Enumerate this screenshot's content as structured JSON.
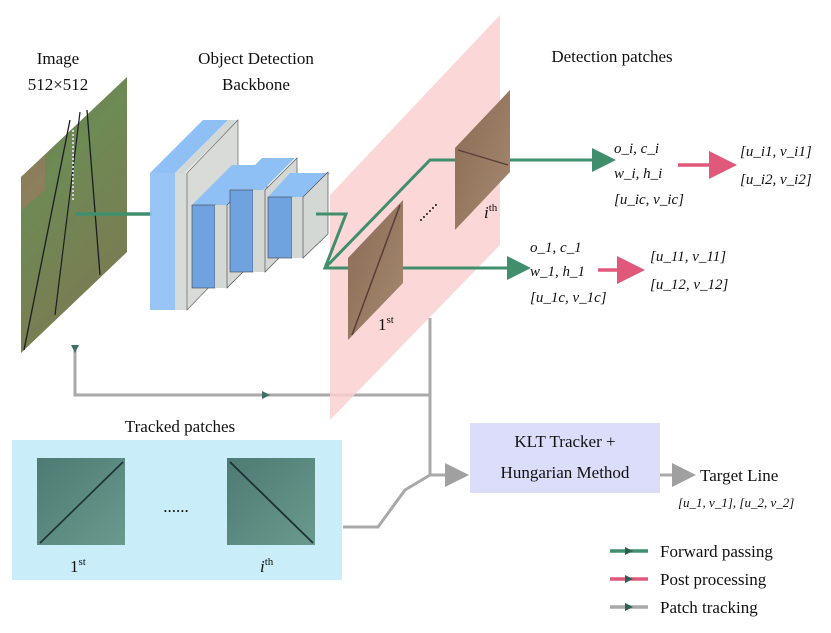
{
  "colors": {
    "forward": "#3f8f6c",
    "post": "#e0587a",
    "tracking": "#a9a9a9",
    "detection_plane": "#fcd0d0",
    "tracked_box": "#c9eef9",
    "klt_box": "#dcdcfb",
    "conv_blue": "#8ebff5",
    "conv_grey": "#d4d8d4"
  },
  "input": {
    "title": "Image",
    "size": "512×512"
  },
  "backbone": {
    "title_line1": "Object Detection",
    "title_line2": "Backbone"
  },
  "detection": {
    "title": "Detection patches",
    "first_label": "1",
    "first_sup": "st",
    "ith_label": "i",
    "ith_sup": "th",
    "ellipsis": "......"
  },
  "outputs_i": {
    "line1": "o_i, c_i",
    "line2": "w_i, h_i",
    "line3": "[u_ic, v_ic]",
    "result1": "[u_i1, v_i1]",
    "result2": "[u_i2, v_i2]"
  },
  "outputs_1": {
    "line1": "o_1, c_1",
    "line2": "w_1, h_1",
    "line3": "[u_1c, v_1c]",
    "result1": "[u_11, v_11]",
    "result2": "[u_12, v_12]"
  },
  "tracked": {
    "title": "Tracked patches",
    "first_label": "1",
    "first_sup": "st",
    "ith_label": "i",
    "ith_sup": "th",
    "ellipsis": "......"
  },
  "klt": {
    "line1": "KLT Tracker +",
    "line2": "Hungarian Method"
  },
  "target": {
    "title": "Target Line",
    "value": "[u_1, v_1], [u_2, v_2]"
  },
  "legend": [
    {
      "label": "Forward passing"
    },
    {
      "label": "Post processing"
    },
    {
      "label": "Patch tracking"
    }
  ]
}
